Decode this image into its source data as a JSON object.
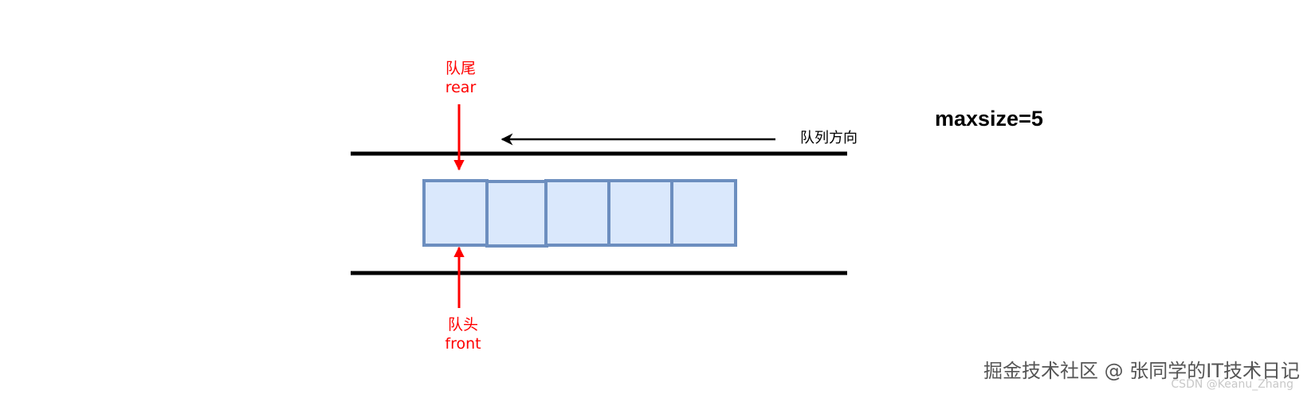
{
  "labels": {
    "rear_cn": "队尾",
    "rear_en": "rear",
    "front_cn": "队头",
    "front_en": "front",
    "direction": "队列方向",
    "maxsize": "maxsize=5"
  },
  "queue": {
    "cell_count": 5,
    "cell_fill": "#dae8fc",
    "cell_stroke": "#6c8ebf"
  },
  "colors": {
    "pointer": "#ff0000",
    "rail": "#000000"
  },
  "watermark": {
    "main": "掘金技术社区 @ 张同学的IT技术日记",
    "faint": "CSDN @Keanu_Zhang"
  }
}
